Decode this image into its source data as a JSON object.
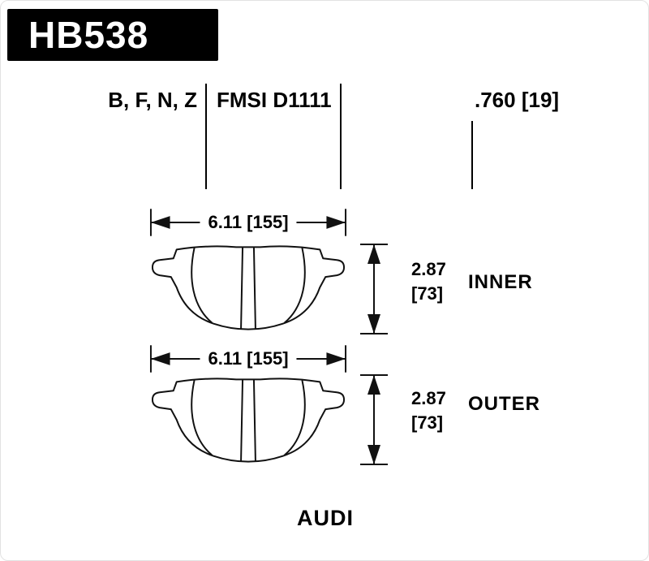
{
  "header": {
    "part_number": "HB538"
  },
  "specs": {
    "compounds": "B, F, N, Z",
    "fmsi": "FMSI D1111",
    "thickness": ".760 [19]"
  },
  "pads": [
    {
      "width_dim": "6.11 [155]",
      "height_dim_in": "2.87",
      "height_dim_mm": "[73]",
      "position": "INNER"
    },
    {
      "width_dim": "6.11 [155]",
      "height_dim_in": "2.87",
      "height_dim_mm": "[73]",
      "position": "OUTER"
    }
  ],
  "footer": {
    "vehicle": "AUDI"
  },
  "colors": {
    "ink": "#111111",
    "banner": "#000000",
    "background": "#ffffff"
  }
}
